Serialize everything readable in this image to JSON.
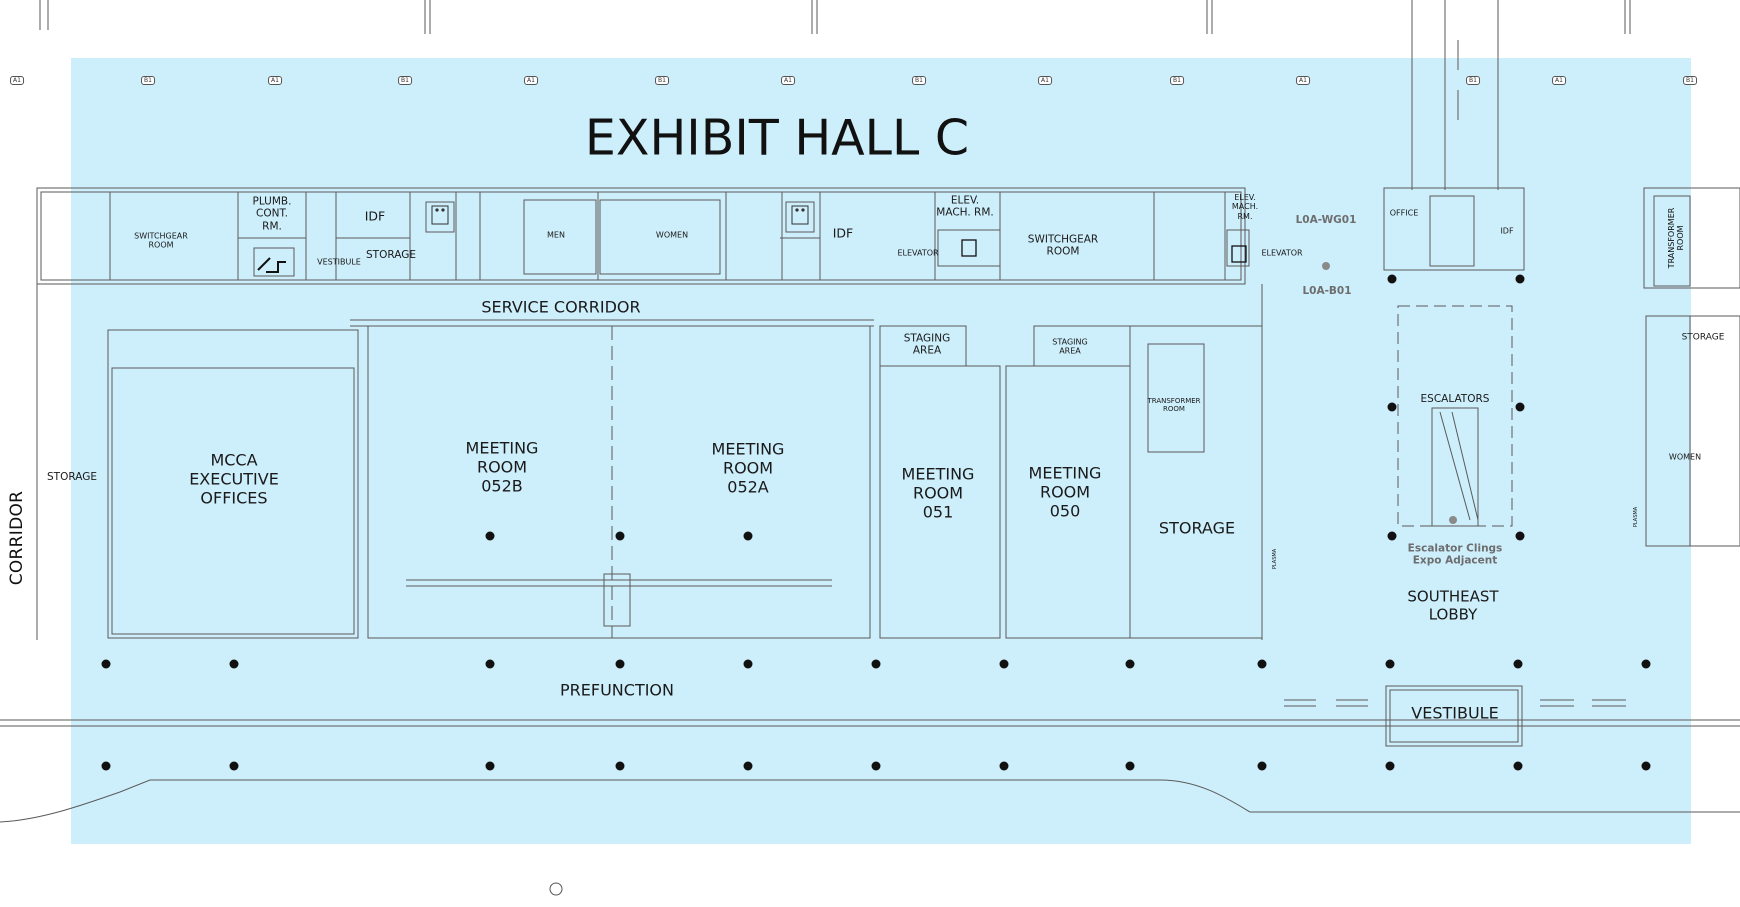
{
  "title": "EXHIBIT HALL C",
  "colors": {
    "highlight": "#cdeefb",
    "linework": "#5a5a5a",
    "background": "#ffffff"
  },
  "grid_markers": [
    "A1",
    "B1",
    "A1",
    "B1",
    "A1",
    "B1",
    "A1",
    "B1",
    "A1",
    "B1",
    "A1",
    "B1",
    "A1",
    "B1"
  ],
  "rooms": {
    "switchgear_west": "SWITCHGEAR\nROOM",
    "plumb_cont": "PLUMB.\nCONT.\nRM.",
    "idf_west": "IDF",
    "vestibule_small": "VESTIBULE",
    "storage_north": "STORAGE",
    "men": "MEN",
    "women": "WOMEN",
    "idf_mid": "IDF",
    "elevator_west": "ELEVATOR",
    "elev_mach_west": "ELEV.\nMACH. RM.",
    "switchgear_east": "SWITCHGEAR\nROOM",
    "elev_mach_east": "ELEV.\nMACH.\nRM.",
    "elevator_east": "ELEVATOR",
    "office": "OFFICE",
    "idf_east": "IDF",
    "transformer_room_east": "TRANSFORMER\nROOM",
    "service_corridor": "SERVICE CORRIDOR",
    "staging_west": "STAGING\nAREA",
    "staging_east": "STAGING\nAREA",
    "transformer_room_small": "TRANSFORMER\nROOM",
    "storage_west": "STORAGE",
    "mcca": "MCCA\nEXECUTIVE\nOFFICES",
    "meeting_052b": "MEETING\nROOM\n052B",
    "meeting_052a": "MEETING\nROOM\n052A",
    "meeting_051": "MEETING\nROOM\n051",
    "meeting_050": "MEETING\nROOM\n050",
    "storage_large": "STORAGE",
    "corridor": "CORRIDOR",
    "escalators": "ESCALATORS",
    "southeast_lobby": "SOUTHEAST\nLOBBY",
    "prefunction": "PREFUNCTION",
    "vestibule": "VESTIBULE",
    "storage_far_east": "STORAGE",
    "women_far_east": "WOMEN",
    "plasma_1": "PLASMA",
    "plasma_2": "PLASMA"
  },
  "signage": {
    "wg01": "L0A-WG01",
    "b01": "L0A-B01",
    "escalator_clings": "Escalator Clings\nExpo Adjacent"
  },
  "icons": [
    "restroom-icon",
    "stair-icon",
    "elevator-icon",
    "column-dot-icon"
  ]
}
